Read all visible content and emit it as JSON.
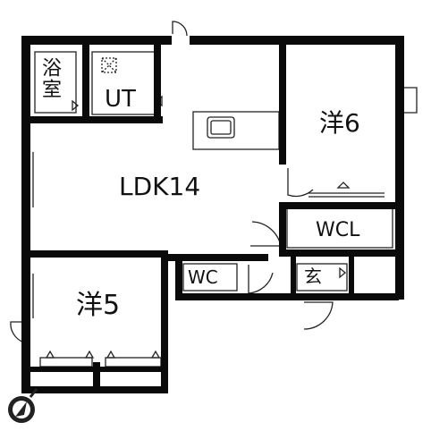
{
  "floorplan": {
    "rooms": {
      "bath": "浴室",
      "utility": "UT",
      "ldk": "LDK14",
      "western_6": "洋6",
      "walk_in_closet": "WCL",
      "toilet": "WC",
      "entrance": "玄",
      "western_5": "洋5"
    }
  },
  "colors": {
    "wall": "#0a0a0a",
    "line": "#222222",
    "background": "#ffffff"
  },
  "icons": {
    "compass": "north-compass-icon",
    "kitchen": "kitchen-sink-icon",
    "washer": "washing-machine-icon"
  }
}
